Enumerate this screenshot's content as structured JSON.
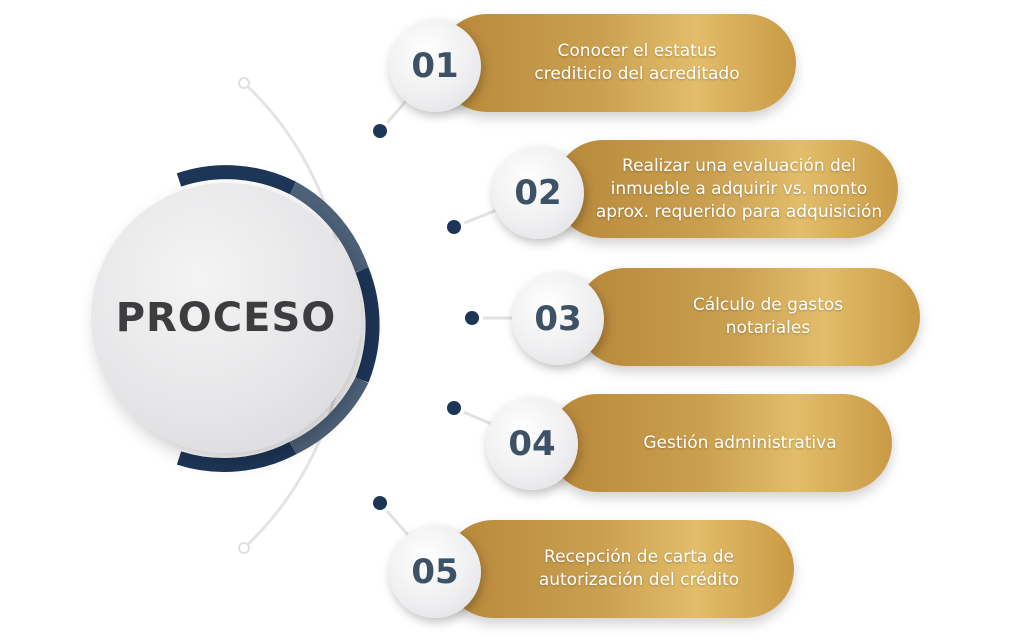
{
  "title": "PROCESO",
  "colors": {
    "navy": "#1d3557",
    "slate": "#4d6178",
    "gold_dark": "#b8873a",
    "gold_light": "#e2bd6a",
    "number": "#3e5266",
    "title_text": "#3d3d3f"
  },
  "steps": [
    {
      "number": "01",
      "lines": [
        "Conocer el estatus",
        "crediticio del acreditado"
      ]
    },
    {
      "number": "02",
      "lines": [
        "Realizar una evaluación del",
        "inmueble a adquirir vs. monto",
        "aprox. requerido para adquisición"
      ]
    },
    {
      "number": "03",
      "lines": [
        "Cálculo de gastos",
        "notariales"
      ]
    },
    {
      "number": "04",
      "lines": [
        "Gestión administrativa"
      ]
    },
    {
      "number": "05",
      "lines": [
        "Recepción de carta de",
        "autorización del crédito"
      ]
    }
  ]
}
